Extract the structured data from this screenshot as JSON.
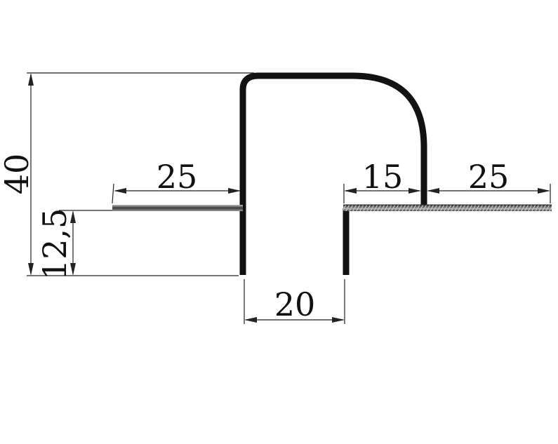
{
  "colors": {
    "profile": "#121212",
    "flange_dark": "#3a3a3a",
    "flange_light": "#bdbdbd",
    "dimension": "#222222",
    "text": "#111111"
  },
  "dimensions": {
    "total_height": "40",
    "lower_height": "12,5",
    "left_flange": "25",
    "inner_width": "20",
    "cap_overhang": "15",
    "right_flange": "25"
  }
}
